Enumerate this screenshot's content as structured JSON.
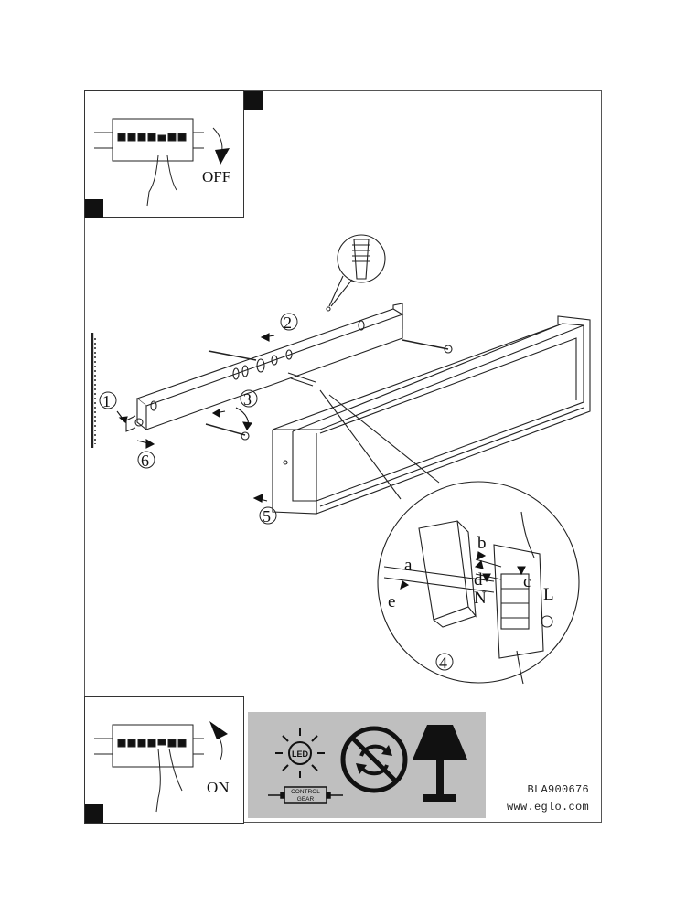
{
  "switch_off": {
    "label": "OFF"
  },
  "switch_on": {
    "label": "ON"
  },
  "steps": [
    "1",
    "2",
    "3",
    "4",
    "5",
    "6"
  ],
  "wiring": {
    "a": "a",
    "b": "b",
    "c": "c",
    "d": "d",
    "e": "e",
    "N": "N",
    "L": "L"
  },
  "icons": {
    "led": {
      "text": "LED",
      "icon": "led-bulb-icon"
    },
    "control_gear": {
      "text": "CONTROL\nGEAR",
      "line1": "CONTROL",
      "line2": "GEAR",
      "icon": "control-gear-icon"
    },
    "no_dimmer": {
      "icon": "no-dimming-icon"
    },
    "lamp": {
      "icon": "table-lamp-icon"
    }
  },
  "footer": {
    "code": "BLA900676",
    "website": "www.eglo.com"
  },
  "colors": {
    "panel": "#bfbfbf",
    "ink": "#111111"
  }
}
